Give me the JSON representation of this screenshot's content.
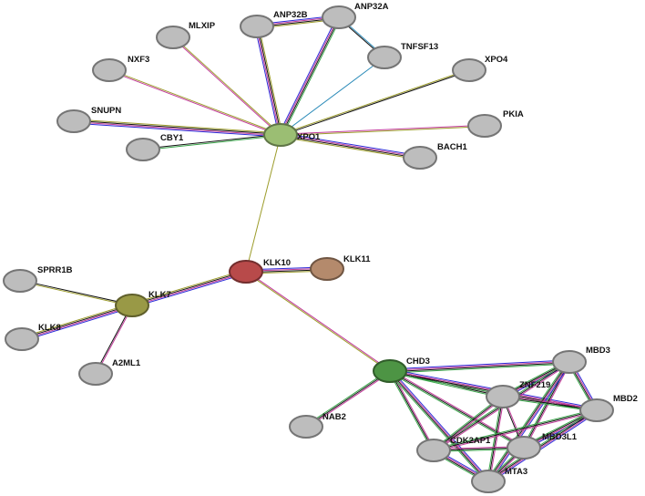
{
  "network": {
    "nodes": [
      {
        "id": "XPO1",
        "label": "XPO1",
        "color": "#9bbe73"
      },
      {
        "id": "KLK10",
        "label": "KLK10",
        "color": "#b84a4a"
      },
      {
        "id": "KLK11",
        "label": "KLK11",
        "color": "#b48a6c"
      },
      {
        "id": "KLK7",
        "label": "KLK7",
        "color": "#999946"
      },
      {
        "id": "CHD3",
        "label": "CHD3",
        "color": "#4d9444"
      },
      {
        "id": "ANP32B",
        "label": "ANP32B",
        "color": "#bdbdbd"
      },
      {
        "id": "ANP32A",
        "label": "ANP32A",
        "color": "#bdbdbd"
      },
      {
        "id": "MLXIP",
        "label": "MLXIP",
        "color": "#bdbdbd"
      },
      {
        "id": "TNFSF13",
        "label": "TNFSF13",
        "color": "#bdbdbd"
      },
      {
        "id": "NXF3",
        "label": "NXF3",
        "color": "#bdbdbd"
      },
      {
        "id": "XPO4",
        "label": "XPO4",
        "color": "#bdbdbd"
      },
      {
        "id": "SNUPN",
        "label": "SNUPN",
        "color": "#bdbdbd"
      },
      {
        "id": "PKIA",
        "label": "PKIA",
        "color": "#bdbdbd"
      },
      {
        "id": "CBY1",
        "label": "CBY1",
        "color": "#bdbdbd"
      },
      {
        "id": "BACH1",
        "label": "BACH1",
        "color": "#bdbdbd"
      },
      {
        "id": "SPRR1B",
        "label": "SPRR1B",
        "color": "#bdbdbd"
      },
      {
        "id": "KLK8",
        "label": "KLK8",
        "color": "#bdbdbd"
      },
      {
        "id": "A2ML1",
        "label": "A2ML1",
        "color": "#bdbdbd"
      },
      {
        "id": "NAB2",
        "label": "NAB2",
        "color": "#bdbdbd"
      },
      {
        "id": "MBD3",
        "label": "MBD3",
        "color": "#bdbdbd"
      },
      {
        "id": "ZNF219",
        "label": "ZNF219",
        "color": "#bdbdbd"
      },
      {
        "id": "MBD2",
        "label": "MBD2",
        "color": "#bdbdbd"
      },
      {
        "id": "CDK2AP1",
        "label": "CDK2AP1",
        "color": "#bdbdbd"
      },
      {
        "id": "MBD3L1",
        "label": "MBD3L1",
        "color": "#bdbdbd"
      },
      {
        "id": "MTA3",
        "label": "MTA3",
        "color": "#bdbdbd"
      }
    ],
    "edges": [
      {
        "source": "XPO1",
        "target": "ANP32B",
        "colors": [
          "#2b2bd8",
          "#c23a9a",
          "#111111",
          "#9c9c2a"
        ]
      },
      {
        "source": "XPO1",
        "target": "ANP32A",
        "colors": [
          "#2b2bd8",
          "#c23a9a",
          "#111111",
          "#3aa64a"
        ]
      },
      {
        "source": "XPO1",
        "target": "MLXIP",
        "colors": [
          "#c23a9a",
          "#9c9c2a"
        ]
      },
      {
        "source": "XPO1",
        "target": "TNFSF13",
        "colors": [
          "#2a8ab8"
        ]
      },
      {
        "source": "XPO1",
        "target": "NXF3",
        "colors": [
          "#c23a9a",
          "#9c9c2a"
        ]
      },
      {
        "source": "XPO1",
        "target": "XPO4",
        "colors": [
          "#9c9c2a",
          "#111111"
        ]
      },
      {
        "source": "XPO1",
        "target": "SNUPN",
        "colors": [
          "#2b2bd8",
          "#c23a9a",
          "#111111",
          "#9c9c2a"
        ]
      },
      {
        "source": "XPO1",
        "target": "PKIA",
        "colors": [
          "#c23a9a",
          "#9c9c2a"
        ]
      },
      {
        "source": "XPO1",
        "target": "CBY1",
        "colors": [
          "#3aa64a",
          "#111111"
        ]
      },
      {
        "source": "XPO1",
        "target": "BACH1",
        "colors": [
          "#2b2bd8",
          "#c23a9a",
          "#111111",
          "#9c9c2a"
        ]
      },
      {
        "source": "ANP32B",
        "target": "ANP32A",
        "colors": [
          "#2b2bd8",
          "#c23a9a",
          "#111111",
          "#9c9c2a"
        ]
      },
      {
        "source": "ANP32A",
        "target": "TNFSF13",
        "colors": [
          "#2a8ab8",
          "#111111"
        ]
      },
      {
        "source": "XPO1",
        "target": "KLK10",
        "colors": [
          "#9c9c2a"
        ]
      },
      {
        "source": "KLK10",
        "target": "KLK11",
        "colors": [
          "#2b2bd8",
          "#c23a9a",
          "#111111",
          "#9c9c2a"
        ]
      },
      {
        "source": "KLK10",
        "target": "KLK7",
        "colors": [
          "#2b2bd8",
          "#c23a9a",
          "#111111",
          "#9c9c2a"
        ]
      },
      {
        "source": "KLK10",
        "target": "CHD3",
        "colors": [
          "#c23a9a",
          "#9c9c2a"
        ]
      },
      {
        "source": "KLK7",
        "target": "SPRR1B",
        "colors": [
          "#9c9c2a",
          "#111111"
        ]
      },
      {
        "source": "KLK7",
        "target": "KLK8",
        "colors": [
          "#2b2bd8",
          "#c23a9a",
          "#111111",
          "#9c9c2a"
        ]
      },
      {
        "source": "KLK7",
        "target": "A2ML1",
        "colors": [
          "#c23a9a",
          "#111111"
        ]
      },
      {
        "source": "CHD3",
        "target": "NAB2",
        "colors": [
          "#c23a9a",
          "#111111",
          "#3aa64a"
        ]
      },
      {
        "source": "CHD3",
        "target": "MBD3",
        "colors": [
          "#2b2bd8",
          "#c23a9a",
          "#111111",
          "#3aa64a"
        ]
      },
      {
        "source": "CHD3",
        "target": "ZNF219",
        "colors": [
          "#c23a9a",
          "#111111",
          "#3aa64a"
        ]
      },
      {
        "source": "CHD3",
        "target": "MBD2",
        "colors": [
          "#2b2bd8",
          "#c23a9a",
          "#111111",
          "#3aa64a"
        ]
      },
      {
        "source": "CHD3",
        "target": "CDK2AP1",
        "colors": [
          "#c23a9a",
          "#111111",
          "#3aa64a"
        ]
      },
      {
        "source": "CHD3",
        "target": "MBD3L1",
        "colors": [
          "#c23a9a",
          "#111111",
          "#3aa64a"
        ]
      },
      {
        "source": "CHD3",
        "target": "MTA3",
        "colors": [
          "#2b2bd8",
          "#c23a9a",
          "#111111",
          "#3aa64a"
        ]
      },
      {
        "source": "MBD3",
        "target": "ZNF219",
        "colors": [
          "#2b2bd8",
          "#c23a9a",
          "#111111",
          "#3aa64a"
        ]
      },
      {
        "source": "MBD3",
        "target": "MBD2",
        "colors": [
          "#2b2bd8",
          "#c23a9a",
          "#111111",
          "#3aa64a"
        ]
      },
      {
        "source": "MBD3",
        "target": "CDK2AP1",
        "colors": [
          "#c23a9a",
          "#111111",
          "#3aa64a"
        ]
      },
      {
        "source": "MBD3",
        "target": "MBD3L1",
        "colors": [
          "#c23a9a",
          "#111111",
          "#3aa64a"
        ]
      },
      {
        "source": "MBD3",
        "target": "MTA3",
        "colors": [
          "#2b2bd8",
          "#c23a9a",
          "#111111",
          "#3aa64a"
        ]
      },
      {
        "source": "ZNF219",
        "target": "MBD2",
        "colors": [
          "#c23a9a",
          "#111111",
          "#3aa64a"
        ]
      },
      {
        "source": "ZNF219",
        "target": "CDK2AP1",
        "colors": [
          "#c23a9a",
          "#111111",
          "#3aa64a"
        ]
      },
      {
        "source": "ZNF219",
        "target": "MBD3L1",
        "colors": [
          "#c23a9a",
          "#111111"
        ]
      },
      {
        "source": "ZNF219",
        "target": "MTA3",
        "colors": [
          "#c23a9a",
          "#111111",
          "#3aa64a"
        ]
      },
      {
        "source": "MBD2",
        "target": "CDK2AP1",
        "colors": [
          "#c23a9a",
          "#111111",
          "#3aa64a"
        ]
      },
      {
        "source": "MBD2",
        "target": "MBD3L1",
        "colors": [
          "#2b2bd8",
          "#c23a9a",
          "#111111",
          "#3aa64a"
        ]
      },
      {
        "source": "MBD2",
        "target": "MTA3",
        "colors": [
          "#2b2bd8",
          "#c23a9a",
          "#111111",
          "#3aa64a"
        ]
      },
      {
        "source": "CDK2AP1",
        "target": "MBD3L1",
        "colors": [
          "#c23a9a",
          "#111111",
          "#3aa64a"
        ]
      },
      {
        "source": "CDK2AP1",
        "target": "MTA3",
        "colors": [
          "#2b2bd8",
          "#c23a9a",
          "#111111",
          "#3aa64a"
        ]
      },
      {
        "source": "MBD3L1",
        "target": "MTA3",
        "colors": [
          "#c23a9a",
          "#111111",
          "#3aa64a"
        ]
      }
    ]
  }
}
